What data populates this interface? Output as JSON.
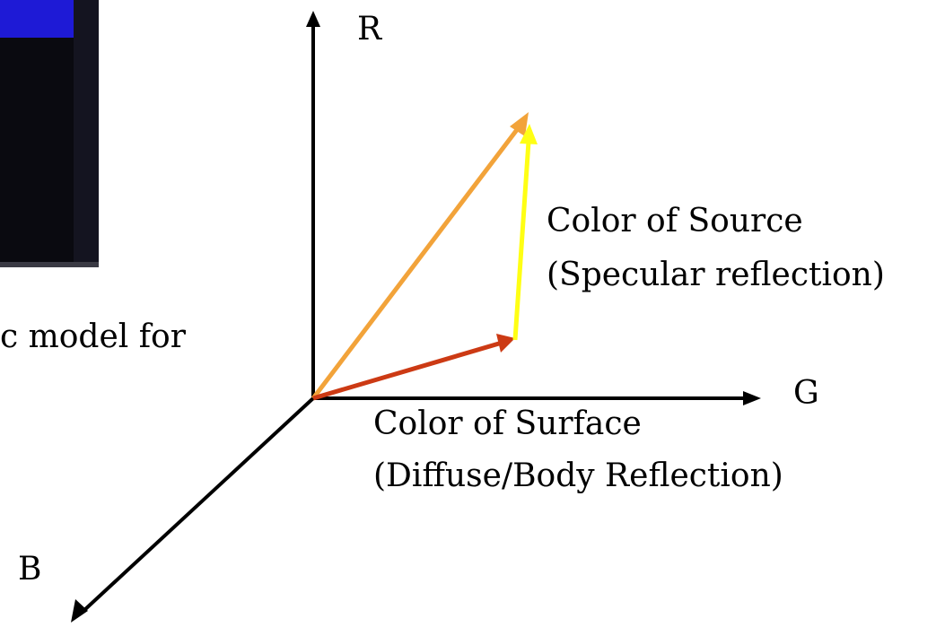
{
  "partial_text": "c model for",
  "axes": {
    "r_label": "R",
    "g_label": "G",
    "b_label": "B"
  },
  "source_vector": {
    "title": "Color of Source",
    "subtitle": "(Specular reflection)",
    "color": "#ffff14"
  },
  "surface_vector": {
    "title": "Color of Surface",
    "subtitle": "(Diffuse/Body Reflection)",
    "color": "#cc3a14"
  },
  "resultant_vector": {
    "color": "#f2a33a"
  },
  "photo": {
    "blue_color": "#1e1ad6",
    "dark_color": "#0a0a10"
  }
}
